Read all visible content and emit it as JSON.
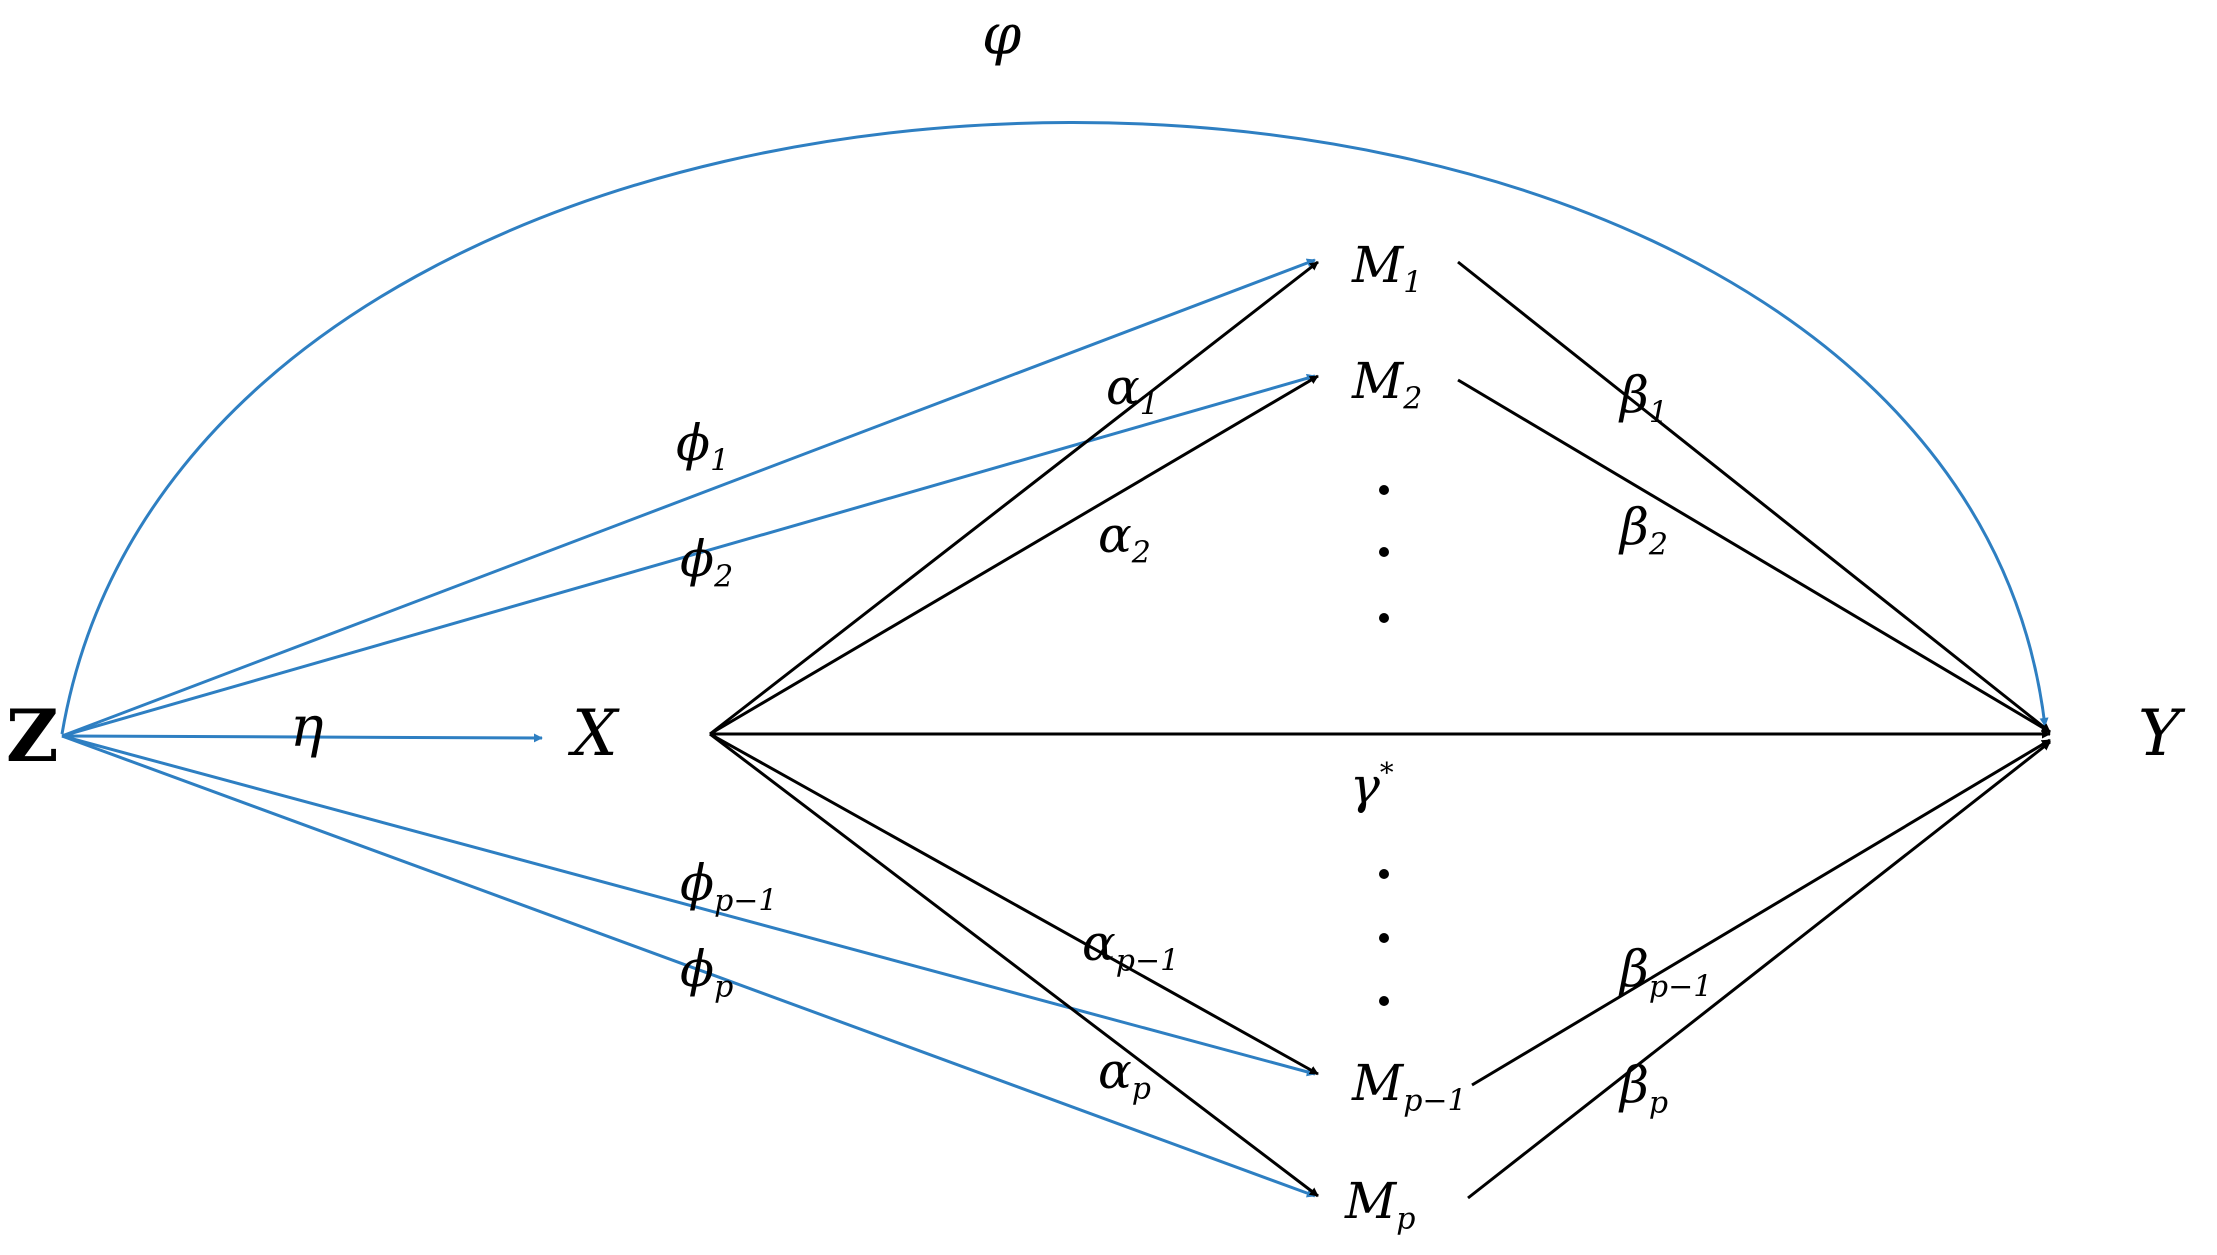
{
  "colors": {
    "z_paths": "#2e7fc2",
    "x_paths": "#000000"
  },
  "nodes": {
    "z": "Z",
    "x": "X",
    "y": "Y",
    "m1": {
      "base": "M",
      "sub": "1"
    },
    "m2": {
      "base": "M",
      "sub": "2"
    },
    "mp1": {
      "base": "M",
      "sub": "p−1"
    },
    "mp": {
      "base": "M",
      "sub": "p"
    }
  },
  "coefficients": {
    "varphi": "φ",
    "eta": "η",
    "phi1": {
      "base": "ϕ",
      "sub": "1"
    },
    "phi2": {
      "base": "ϕ",
      "sub": "2"
    },
    "phip1": {
      "base": "ϕ",
      "sub": "p−1"
    },
    "phip": {
      "base": "ϕ",
      "sub": "p"
    },
    "alpha1": {
      "base": "α",
      "sub": "1"
    },
    "alpha2": {
      "base": "α",
      "sub": "2"
    },
    "alphap1": {
      "base": "α",
      "sub": "p−1"
    },
    "alphap": {
      "base": "α",
      "sub": "p"
    },
    "beta1": {
      "base": "β",
      "sub": "1"
    },
    "beta2": {
      "base": "β",
      "sub": "2"
    },
    "betap1": {
      "base": "β",
      "sub": "p−1"
    },
    "betap": {
      "base": "β",
      "sub": "p"
    },
    "gamma": {
      "base": "γ",
      "sup": "*"
    }
  }
}
